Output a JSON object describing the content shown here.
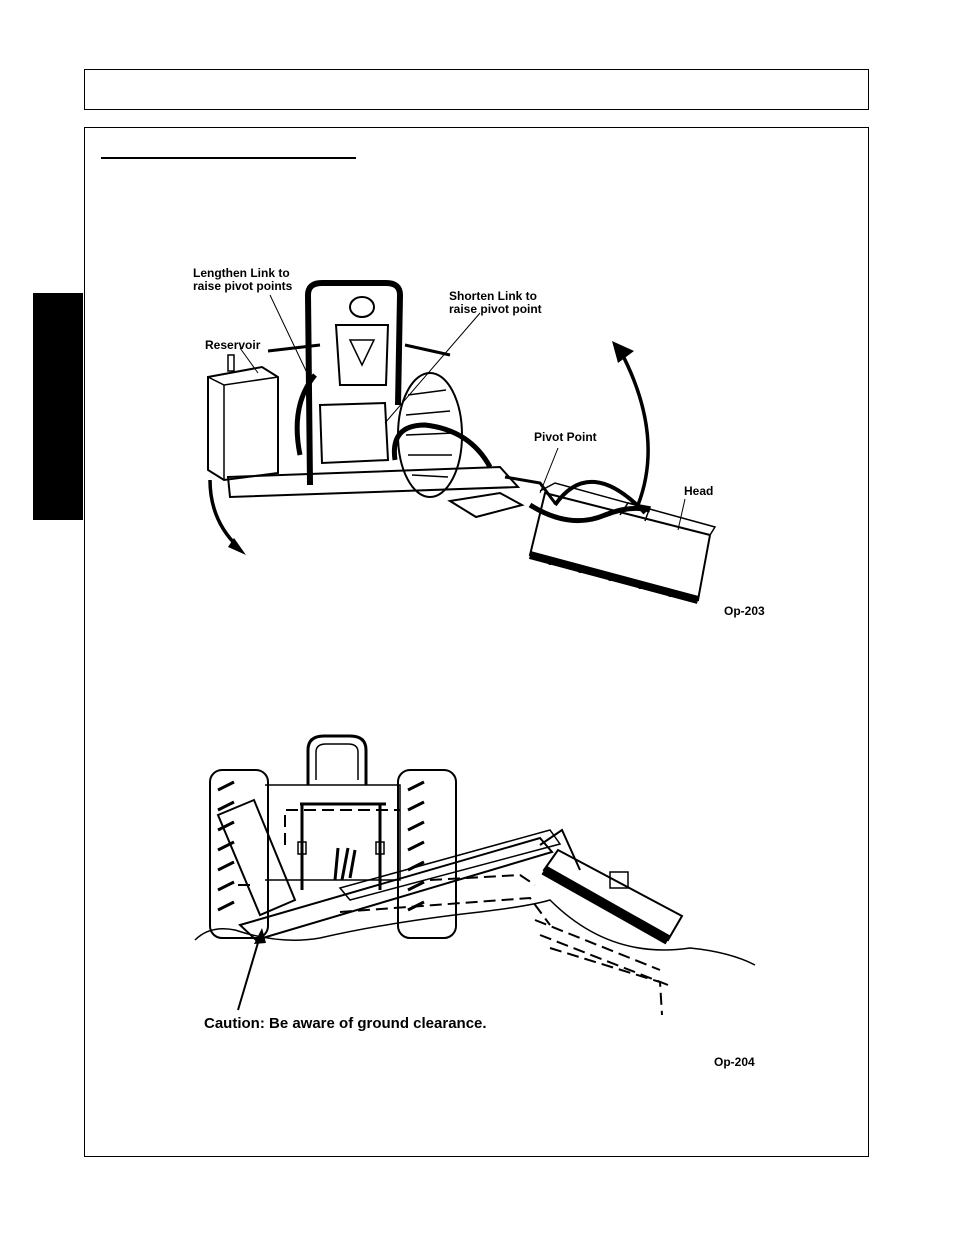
{
  "figure_top": {
    "labels": {
      "lengthen_line1": "Lengthen Link to",
      "lengthen_line2": "raise pivot points",
      "shorten_line1": "Shorten Link to",
      "shorten_line2": "raise pivot point",
      "reservoir": "Reservoir",
      "pivot_point": "Pivot Point",
      "head": "Head"
    },
    "code": "Op-203"
  },
  "figure_bottom": {
    "caution": "Caution: Be aware of ground clearance.",
    "code": "Op-204"
  }
}
